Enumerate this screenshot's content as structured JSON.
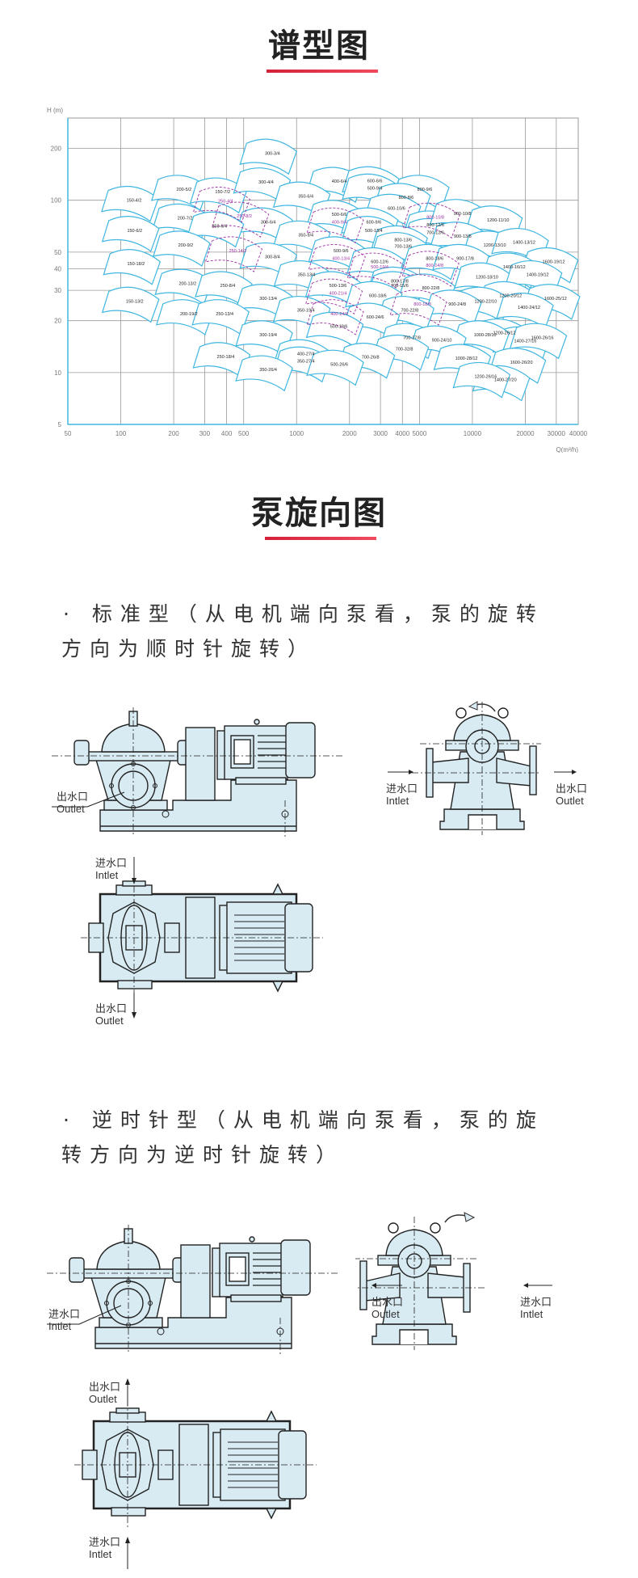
{
  "section1": {
    "title": "谱型图"
  },
  "section2": {
    "title": "泵旋向图",
    "standard": {
      "line1": "· 标准型（从电机端向泵看，泵的旋转",
      "line2": "方向为顺时针旋转）",
      "side_outlet_cn": "出水口",
      "side_outlet_en": "Outlet",
      "end_inlet_cn": "进水口",
      "end_inlet_en": "Intlet",
      "end_outlet_cn": "出水口",
      "end_outlet_en": "Outlet",
      "top_inlet_cn": "进水口",
      "top_inlet_en": "Intlet",
      "top_outlet_cn": "出水口",
      "top_outlet_en": "Outlet",
      "rotation": "clockwise"
    },
    "reverse": {
      "line1": "· 逆时针型（从电机端向泵看，泵的旋",
      "line2": "转方向为逆时针旋转）",
      "side_inlet_cn": "进水口",
      "side_inlet_en": "Intlet",
      "end_outlet_cn": "出水口",
      "end_outlet_en": "Outlet",
      "end_inlet_cn": "进水口",
      "end_inlet_en": "Intlet",
      "top_outlet_cn": "出水口",
      "top_outlet_en": "Outlet",
      "top_inlet_cn": "进水口",
      "top_inlet_en": "Intlet",
      "rotation": "counterclockwise"
    }
  },
  "colors": {
    "accent_line": "#e0344c",
    "cell_border": "#3fb6e0",
    "highlight": "#9b2fa0",
    "drawing_fill": "#d8ebf3",
    "grid": "#999999"
  },
  "chart_data": {
    "type": "heatmap",
    "title": "",
    "xlabel": "Q(m³/h)",
    "ylabel": "H (m)",
    "xscale": "log",
    "yscale": "log",
    "xlim": [
      50,
      40000
    ],
    "ylim": [
      5,
      300
    ],
    "grid": true,
    "xticks": [
      50,
      100,
      200,
      300,
      400,
      500,
      1000,
      2000,
      3000,
      4000,
      5000,
      10000,
      20000,
      30000,
      40000
    ],
    "yticks": [
      5,
      10,
      20,
      30,
      40,
      50,
      100,
      200
    ],
    "models": [
      {
        "name": "300-3/4",
        "q": 729,
        "h": 188
      },
      {
        "name": "150-4/2",
        "q": 119,
        "h": 100
      },
      {
        "name": "200-5/2",
        "q": 229,
        "h": 116
      },
      {
        "name": "150-7/2",
        "q": 380,
        "h": 112
      },
      {
        "name": "250-4/4",
        "q": 395,
        "h": 99,
        "highlight": true
      },
      {
        "name": "300-4/4",
        "q": 671,
        "h": 128
      },
      {
        "name": "400-6/4",
        "q": 1749,
        "h": 129
      },
      {
        "name": "600-6/6",
        "q": 2785,
        "h": 130
      },
      {
        "name": "500-9/4",
        "q": 2785,
        "h": 118
      },
      {
        "name": "800-9/6",
        "q": 5360,
        "h": 116
      },
      {
        "name": "800-8/6",
        "q": 4200,
        "h": 104
      },
      {
        "name": "600-10/6",
        "q": 3700,
        "h": 90
      },
      {
        "name": "350-6/4",
        "q": 1129,
        "h": 106
      },
      {
        "name": "200-7/2",
        "q": 232,
        "h": 79
      },
      {
        "name": "150-6/2",
        "q": 120,
        "h": 67
      },
      {
        "name": "250-8/2",
        "q": 505,
        "h": 81,
        "highlight": true
      },
      {
        "name": "300-6/4",
        "q": 690,
        "h": 75
      },
      {
        "name": "250-6/4",
        "q": 364,
        "h": 71
      },
      {
        "name": "500-6/6",
        "q": 1749,
        "h": 83
      },
      {
        "name": "400-9/4",
        "q": 1749,
        "h": 75,
        "highlight": true
      },
      {
        "name": "600-9/6",
        "q": 2750,
        "h": 75
      },
      {
        "name": "500-13/4",
        "q": 2750,
        "h": 67
      },
      {
        "name": "800-10/8",
        "q": 6160,
        "h": 80,
        "highlight": true
      },
      {
        "name": "800-12/6",
        "q": 6160,
        "h": 72
      },
      {
        "name": "700-12/6",
        "q": 6160,
        "h": 65
      },
      {
        "name": "900-10/8",
        "q": 8780,
        "h": 84
      },
      {
        "name": "1200-11/10",
        "q": 14000,
        "h": 77
      },
      {
        "name": "900-13/8",
        "q": 8800,
        "h": 62
      },
      {
        "name": "350-9/4",
        "q": 1129,
        "h": 63
      },
      {
        "name": "800-13/6",
        "q": 4040,
        "h": 59
      },
      {
        "name": "700-13/6",
        "q": 4040,
        "h": 54
      },
      {
        "name": "200-9/2",
        "q": 234,
        "h": 55
      },
      {
        "name": "250-14/2",
        "q": 463,
        "h": 51,
        "highlight": true
      },
      {
        "name": "500-9/6",
        "q": 1790,
        "h": 51
      },
      {
        "name": "400-13/4",
        "q": 1790,
        "h": 46,
        "highlight": true
      },
      {
        "name": "300-8/4",
        "q": 729,
        "h": 47
      },
      {
        "name": "1200-13/10",
        "q": 13400,
        "h": 55
      },
      {
        "name": "1400-13/12",
        "q": 19700,
        "h": 57
      },
      {
        "name": "800-18/6",
        "q": 6100,
        "h": 46
      },
      {
        "name": "800-14/8",
        "q": 6100,
        "h": 42,
        "highlight": true
      },
      {
        "name": "900-17/8",
        "q": 9100,
        "h": 46
      },
      {
        "name": "150-18/2",
        "q": 122,
        "h": 43
      },
      {
        "name": "600-12/6",
        "q": 2970,
        "h": 44
      },
      {
        "name": "500-19/4",
        "q": 2970,
        "h": 41,
        "highlight": true
      },
      {
        "name": "1600-19/12",
        "q": 29000,
        "h": 44
      },
      {
        "name": "1400-16/12",
        "q": 17300,
        "h": 41
      },
      {
        "name": "350-13/4",
        "q": 1140,
        "h": 37
      },
      {
        "name": "1200-18/10",
        "q": 12100,
        "h": 36
      },
      {
        "name": "1400-19/12",
        "q": 23500,
        "h": 37
      },
      {
        "name": "800-17/8",
        "q": 3860,
        "h": 34
      },
      {
        "name": "700-15/6",
        "q": 3860,
        "h": 32
      },
      {
        "name": "200-13/2",
        "q": 240,
        "h": 33
      },
      {
        "name": "250-8/4",
        "q": 406,
        "h": 32
      },
      {
        "name": "800-22/8",
        "q": 5800,
        "h": 31
      },
      {
        "name": "500-13/6",
        "q": 1720,
        "h": 32
      },
      {
        "name": "400-21/4",
        "q": 1720,
        "h": 29,
        "highlight": true
      },
      {
        "name": "600-18/6",
        "q": 2900,
        "h": 28
      },
      {
        "name": "1200-20/12",
        "q": 16500,
        "h": 28
      },
      {
        "name": "1600-25/12",
        "q": 29700,
        "h": 27
      },
      {
        "name": "300-13/4",
        "q": 690,
        "h": 27
      },
      {
        "name": "150-13/2",
        "q": 120,
        "h": 26
      },
      {
        "name": "1200-22/10",
        "q": 11900,
        "h": 26
      },
      {
        "name": "800-18/8",
        "q": 5200,
        "h": 25,
        "highlight": true
      },
      {
        "name": "900-24/8",
        "q": 8200,
        "h": 25
      },
      {
        "name": "1400-24/12",
        "q": 21000,
        "h": 24
      },
      {
        "name": "700-22/8",
        "q": 4400,
        "h": 23
      },
      {
        "name": "350-19/4",
        "q": 1130,
        "h": 23
      },
      {
        "name": "400-24/4",
        "q": 1750,
        "h": 22,
        "highlight": true
      },
      {
        "name": "200-19/2",
        "q": 244,
        "h": 22
      },
      {
        "name": "250-13/4",
        "q": 390,
        "h": 22
      },
      {
        "name": "600-24/6",
        "q": 2800,
        "h": 21
      },
      {
        "name": "500-19/6",
        "q": 1740,
        "h": 18.6
      },
      {
        "name": "1200-26/12",
        "q": 15200,
        "h": 17
      },
      {
        "name": "1400-27/16",
        "q": 20000,
        "h": 15.3
      },
      {
        "name": "1600-26/16",
        "q": 25000,
        "h": 16
      },
      {
        "name": "300-19/4",
        "q": 690,
        "h": 16.6
      },
      {
        "name": "1000-28/10",
        "q": 11800,
        "h": 16.6
      },
      {
        "name": "700-27/8",
        "q": 4530,
        "h": 16
      },
      {
        "name": "900-24/10",
        "q": 6700,
        "h": 15.5
      },
      {
        "name": "700-32/8",
        "q": 4100,
        "h": 13.7
      },
      {
        "name": "250-18/4",
        "q": 395,
        "h": 12.4
      },
      {
        "name": "400-27/4",
        "q": 1130,
        "h": 12.9
      },
      {
        "name": "350-27/4",
        "q": 1130,
        "h": 11.7
      },
      {
        "name": "1000-28/12",
        "q": 9250,
        "h": 12.1
      },
      {
        "name": "1600-26/20",
        "q": 19000,
        "h": 11.5
      },
      {
        "name": "700-26/8",
        "q": 2630,
        "h": 12.3
      },
      {
        "name": "500-26/6",
        "q": 1750,
        "h": 11.2
      },
      {
        "name": "350-26/4",
        "q": 690,
        "h": 10.4
      },
      {
        "name": "1400-27/20",
        "q": 15400,
        "h": 9.1
      },
      {
        "name": "1200-26/16",
        "q": 11900,
        "h": 9.5
      }
    ]
  }
}
